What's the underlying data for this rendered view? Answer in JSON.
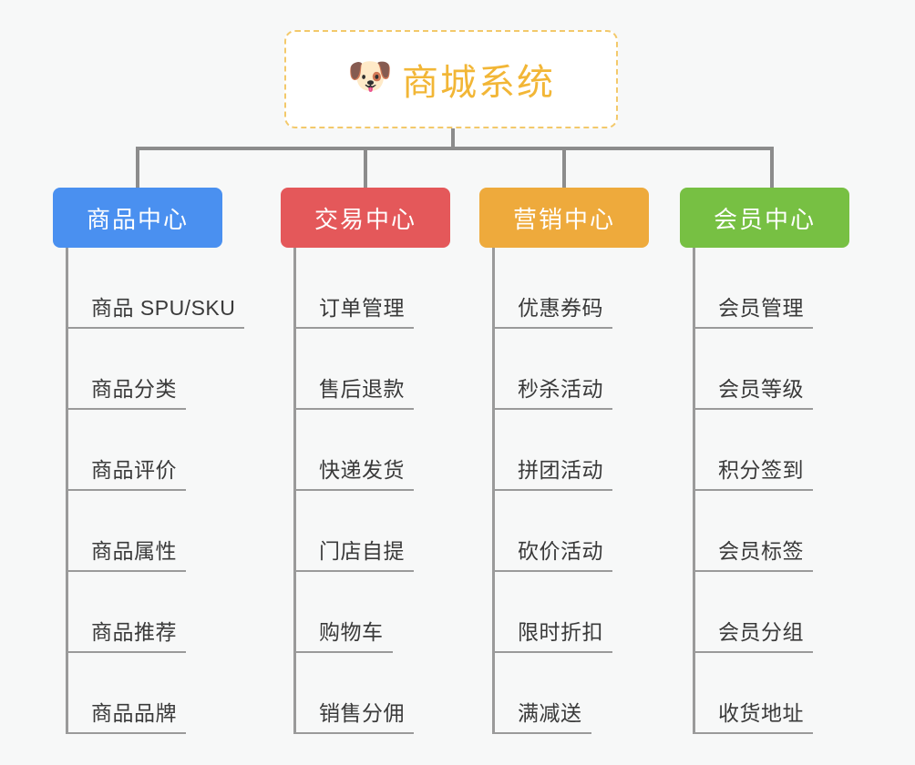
{
  "root": {
    "icon": "dog-face-emoji",
    "icon_glyph": "🐶",
    "title": "商城系统",
    "title_color": "#f2b636",
    "border_color": "#f3c96b",
    "background": "#ffffff"
  },
  "canvas": {
    "background": "#f7f8f8",
    "connector_color": "#8c8c8c",
    "rule_color": "#9a9a9a",
    "leaf_text_color": "#3a3a3a"
  },
  "branches": [
    {
      "id": "product-center",
      "label": "商品中心",
      "color": "#4a90f0",
      "items": [
        {
          "label": "商品 SPU/SKU"
        },
        {
          "label": "商品分类"
        },
        {
          "label": "商品评价"
        },
        {
          "label": "商品属性"
        },
        {
          "label": "商品推荐"
        },
        {
          "label": "商品品牌"
        }
      ]
    },
    {
      "id": "trade-center",
      "label": "交易中心",
      "color": "#e4585a",
      "items": [
        {
          "label": "订单管理"
        },
        {
          "label": "售后退款"
        },
        {
          "label": "快递发货"
        },
        {
          "label": "门店自提"
        },
        {
          "label": "购物车"
        },
        {
          "label": "销售分佣"
        }
      ]
    },
    {
      "id": "marketing-center",
      "label": "营销中心",
      "color": "#eeaa3c",
      "items": [
        {
          "label": "优惠券码"
        },
        {
          "label": "秒杀活动"
        },
        {
          "label": "拼团活动"
        },
        {
          "label": "砍价活动"
        },
        {
          "label": "限时折扣"
        },
        {
          "label": "满减送"
        }
      ]
    },
    {
      "id": "member-center",
      "label": "会员中心",
      "color": "#77c043",
      "items": [
        {
          "label": "会员管理"
        },
        {
          "label": "会员等级"
        },
        {
          "label": "积分签到"
        },
        {
          "label": "会员标签"
        },
        {
          "label": "会员分组"
        },
        {
          "label": "收货地址"
        }
      ]
    }
  ]
}
